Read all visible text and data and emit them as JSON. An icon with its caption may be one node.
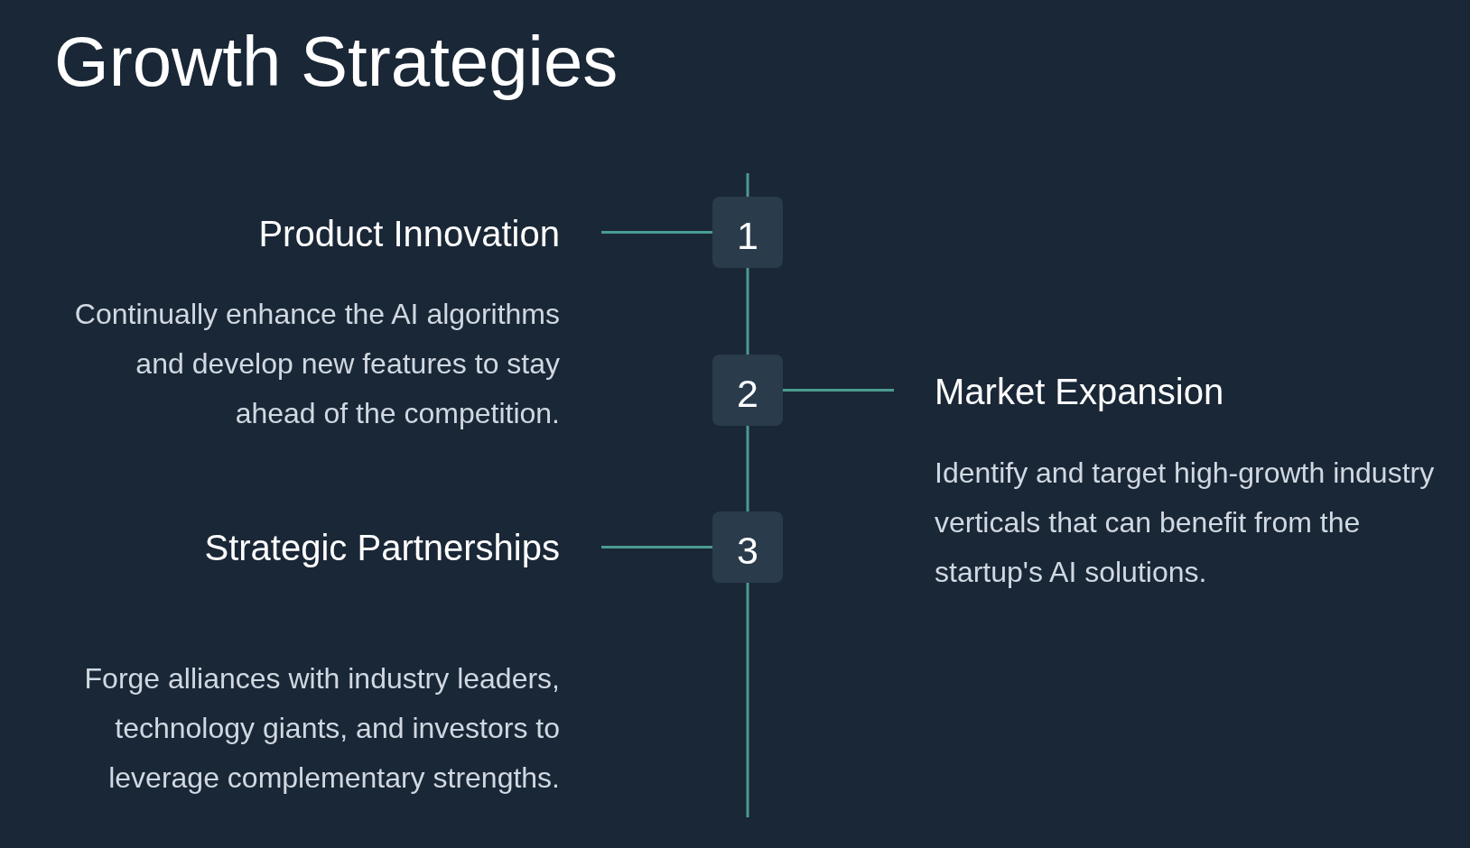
{
  "diagram": {
    "title": "Growth Strategies",
    "nodes": [
      {
        "text": [
          "Product Innovation",
          "Continually enhance the AI algorithms and develop new features to stay ahead of the competition."
        ]
      },
      {
        "text": [
          "1"
        ]
      },
      {
        "text": [
          "2"
        ]
      },
      {
        "text": [
          "Market Expansion",
          "Identify and target high-growth industry verticals that can benefit from the startup's AI solutions."
        ]
      },
      {
        "text": [
          "Strategic Partnerships",
          "Forge alliances with industry leaders, technology giants, and investors to leverage complementary strengths."
        ]
      },
      {
        "text": [
          "3"
        ]
      }
    ],
    "edges": [
      {
        "from": null,
        "to": 1,
        "arrow": "none"
      },
      {
        "from": 0,
        "to": 1,
        "arrow": "none"
      },
      {
        "from": 1,
        "to": 2,
        "arrow": "none"
      },
      {
        "from": 2,
        "to": 3,
        "arrow": "none"
      },
      {
        "from": 2,
        "to": 5,
        "arrow": "none"
      },
      {
        "from": 4,
        "to": 5,
        "arrow": "none"
      },
      {
        "from": 5,
        "to": null,
        "arrow": "none"
      }
    ]
  }
}
